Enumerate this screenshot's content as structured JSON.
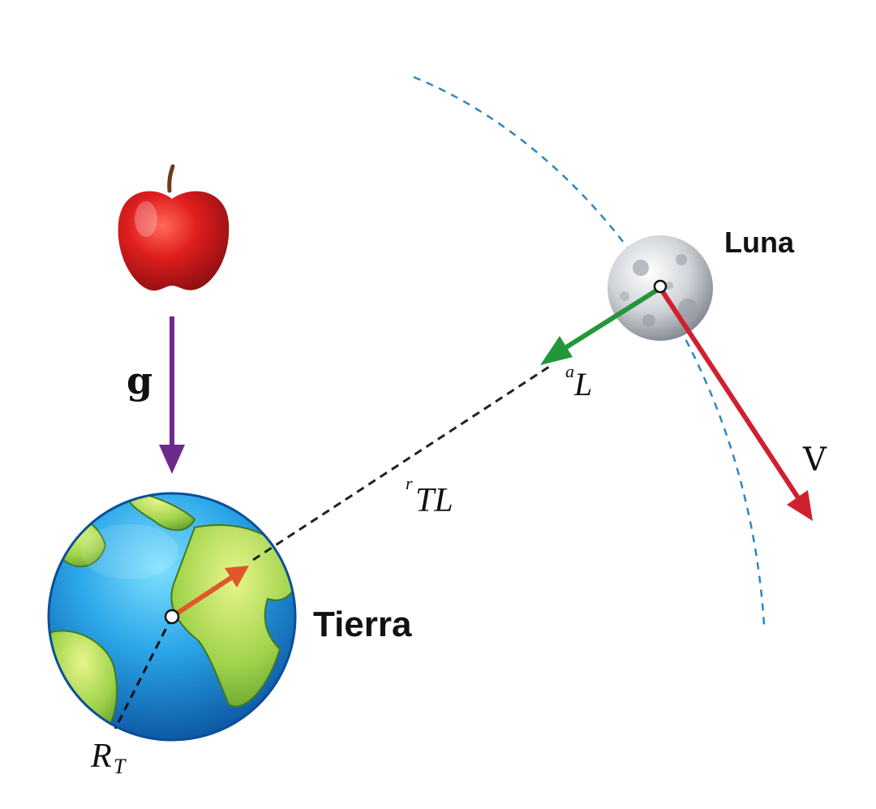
{
  "labels": {
    "earth": "Tierra",
    "moon": "Luna",
    "gravity": "g",
    "velocity": "V",
    "moon_accel_sup": "a",
    "moon_accel_main": "L",
    "distance_sup": "r",
    "distance_main": "TL",
    "earth_radius_main": "R",
    "earth_radius_sub": "T"
  },
  "colors": {
    "gravity_arrow": "#6b2a8c",
    "velocity_arrow": "#d0202e",
    "moon_accel_arrow": "#23963a",
    "earth_radius_arrow": "#e0582a",
    "orbit": "#2f86c1",
    "distance_line": "#222222"
  },
  "icons": {
    "apple": "apple-icon",
    "earth": "earth-globe-icon",
    "moon": "moon-icon"
  }
}
